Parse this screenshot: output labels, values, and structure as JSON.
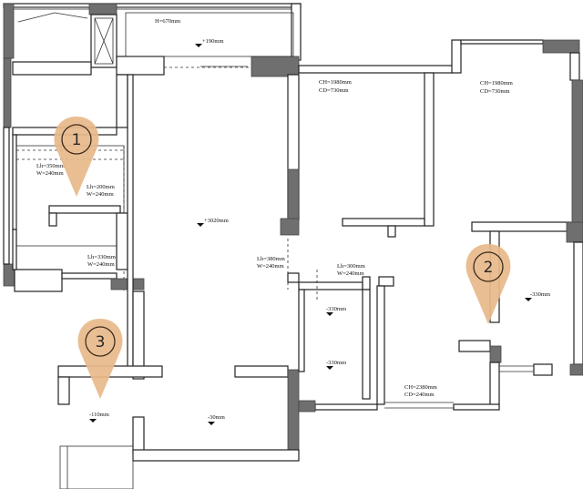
{
  "annotations": {
    "balcony_width": "H=670mm",
    "balcony_level": "+190mm",
    "ch1": "CH=1980mm",
    "cd1": "CD=730mm",
    "ch2": "CH=1980mm",
    "cd2": "CD=730mm",
    "lh350": "Lh=350mm",
    "w240a": "W=240mm",
    "lh200": "Lh=200mm",
    "w240b": "W=240mm",
    "living_level": "+3020mm",
    "lh330": "Lh=330mm",
    "w240c": "W=240mm",
    "lh380": "Lh=380mm",
    "w240d": "W=240mm",
    "lh300": "Lh=300mm",
    "w240e": "W=240mm",
    "level_330_a": "-330mm",
    "level_330_b": "-330mm",
    "level_330_c": "-330mm",
    "level_110": "-110mm",
    "level_30": "-30mm",
    "ch3": "CH=2380mm",
    "cd3": "CD=240mm"
  },
  "markers": [
    {
      "number": "1"
    },
    {
      "number": "2"
    },
    {
      "number": "3"
    }
  ],
  "colors": {
    "marker": "#e8b98a",
    "wall_fill": "#6f6f6f",
    "line": "#222222"
  }
}
